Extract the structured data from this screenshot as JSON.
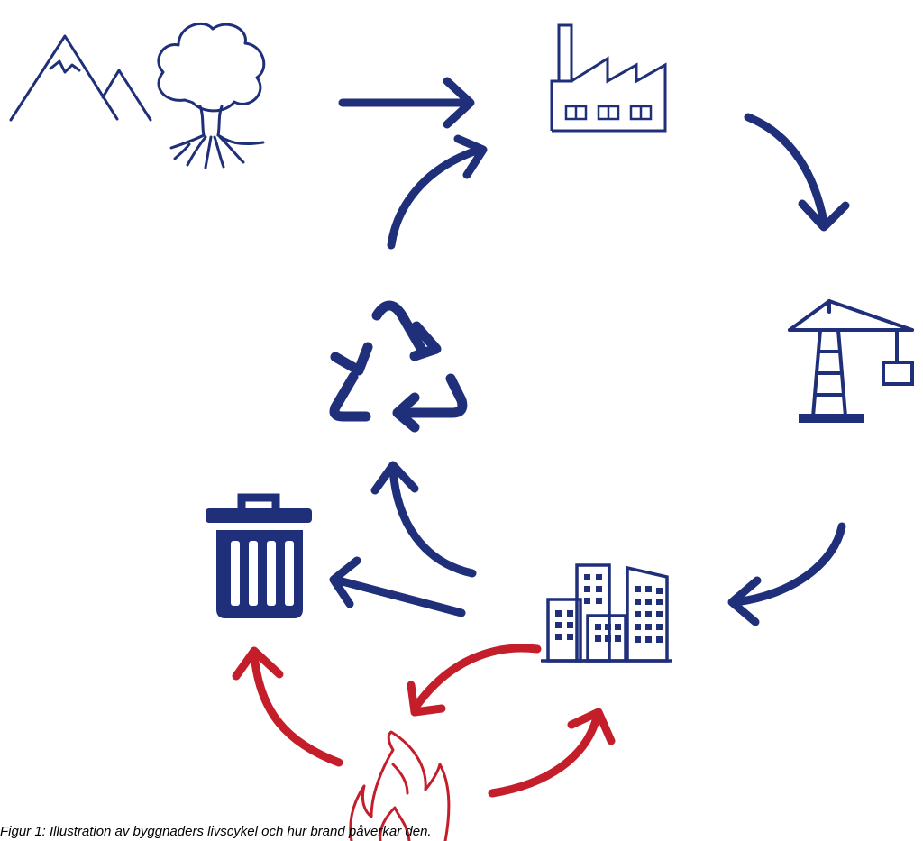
{
  "colors": {
    "primary": "#1f2f7a",
    "accent": "#c41e2b",
    "background": "#ffffff"
  },
  "nodes": [
    {
      "id": "raw-materials",
      "icons": [
        "mountains-icon",
        "tree-icon"
      ]
    },
    {
      "id": "manufacturing",
      "icons": [
        "factory-icon"
      ]
    },
    {
      "id": "construction",
      "icons": [
        "crane-icon"
      ]
    },
    {
      "id": "use",
      "icons": [
        "buildings-icon"
      ]
    },
    {
      "id": "recycling",
      "icons": [
        "recycle-icon"
      ]
    },
    {
      "id": "disposal",
      "icons": [
        "trash-bin-icon"
      ]
    },
    {
      "id": "fire",
      "icons": [
        "flame-icon"
      ]
    }
  ],
  "flows": [
    {
      "from": "raw-materials",
      "to": "manufacturing",
      "color": "primary"
    },
    {
      "from": "manufacturing",
      "to": "construction",
      "color": "primary"
    },
    {
      "from": "construction",
      "to": "use",
      "color": "primary"
    },
    {
      "from": "use",
      "to": "recycling",
      "color": "primary"
    },
    {
      "from": "use",
      "to": "disposal",
      "color": "primary"
    },
    {
      "from": "recycling",
      "to": "manufacturing",
      "color": "primary"
    },
    {
      "from": "use",
      "to": "fire",
      "color": "accent"
    },
    {
      "from": "fire",
      "to": "use",
      "color": "accent"
    },
    {
      "from": "fire",
      "to": "disposal",
      "color": "accent"
    }
  ],
  "caption": "Figur 1: Illustration av byggnaders livscykel och hur brand påverkar den."
}
